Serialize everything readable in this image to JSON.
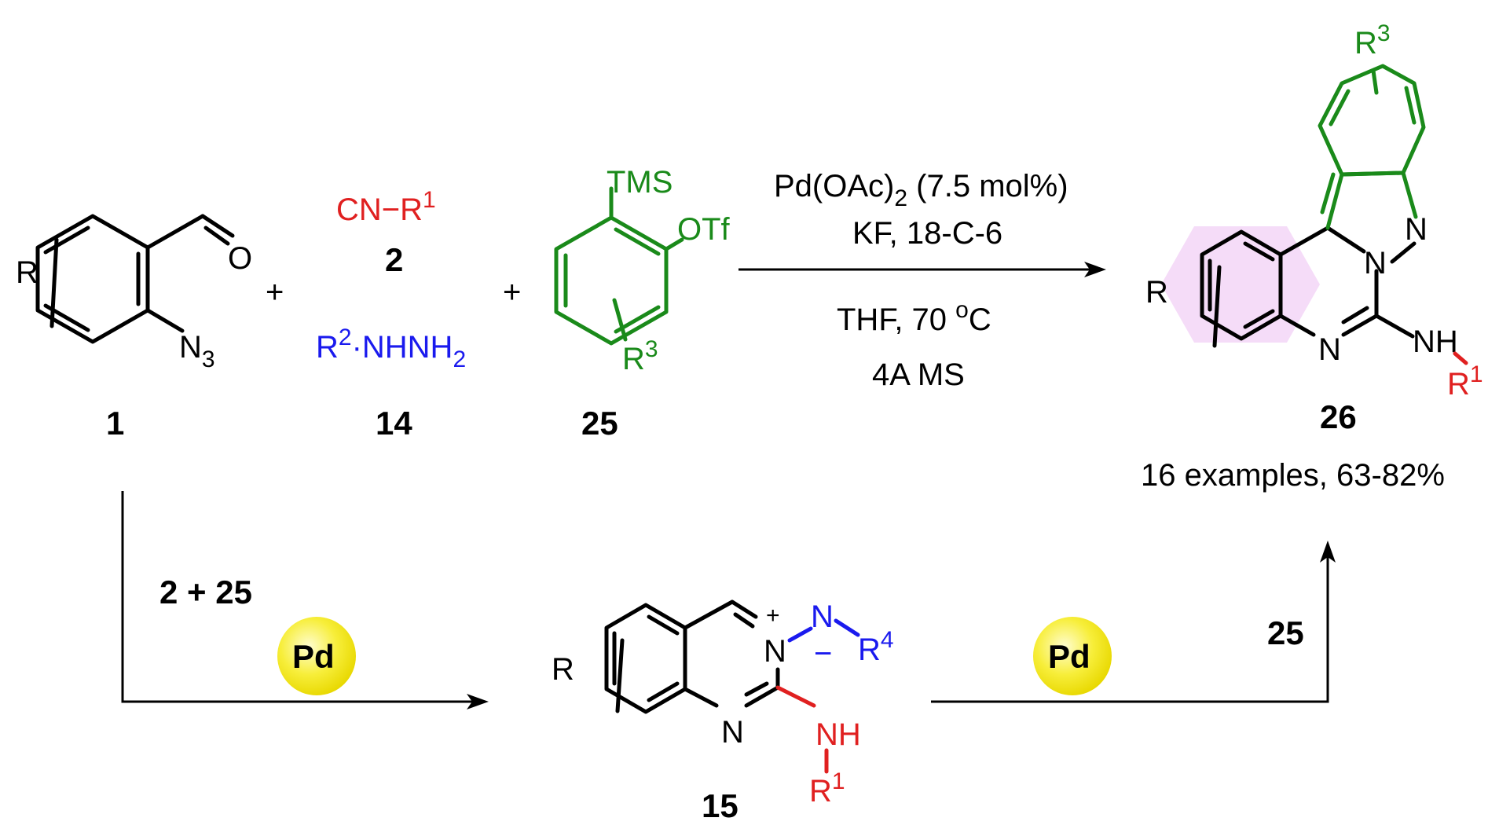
{
  "colors": {
    "black": "#000000",
    "red": "#e02020",
    "blue": "#1a1aee",
    "green": "#1a8a1a",
    "pink_fill": "#f5dcf8",
    "pd_gold": "#f2e400"
  },
  "compounds": {
    "c1": {
      "number": "1",
      "r_label": "R",
      "n3_main": "N",
      "n3_sub": "3",
      "o_label": "O"
    },
    "c2": {
      "number": "2",
      "formula": "CN−R",
      "sup": "1"
    },
    "c14": {
      "number": "14",
      "r": "R",
      "sup": "2",
      "rest": "·NHNH",
      "sub": "2"
    },
    "c25": {
      "number": "25",
      "tms": "TMS",
      "otf": "OTf",
      "r3": "R",
      "r3_sup": "3"
    },
    "c26": {
      "number": "26",
      "r_label": "R",
      "n_label": "N",
      "n_n_label": "N",
      "n_ring_label": "N",
      "nh": "NH",
      "r1": "R",
      "r1_sup": "1",
      "r3": "R",
      "r3_sup": "3",
      "yield": "16 examples, 63-82%"
    },
    "c15": {
      "number": "15",
      "r_label": "R",
      "n_label": "N",
      "n_plus": "N",
      "plus": "+",
      "n_minus": "N",
      "minus": "−",
      "r4": "R",
      "r4_sup": "4",
      "nh": "NH",
      "r1": "R",
      "r1_sup": "1"
    }
  },
  "plus_signs": [
    "+",
    "+"
  ],
  "conditions": {
    "catalyst_main": "Pd(OAc)",
    "catalyst_sub": "2",
    "catalyst_rest": " (7.5 mol%)",
    "line2": "KF,  18-C-6",
    "line3_main": "THF,  70 ",
    "line3_sup": "o",
    "line3_end": "C",
    "line4": "4A MS"
  },
  "lower_path": {
    "reagents_left": "2 + 25",
    "pd_badge_left": "Pd",
    "pd_badge_right": "Pd",
    "reagent_right": "25"
  }
}
